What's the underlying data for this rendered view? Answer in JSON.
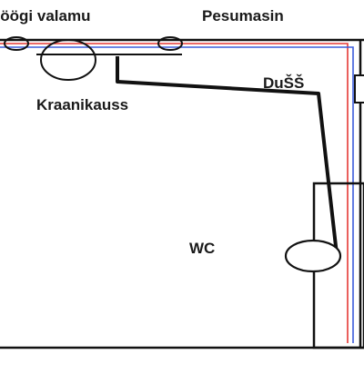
{
  "labels": {
    "kitchen_sink": "Köögi valamu",
    "washing_machine": "Pesumasin",
    "washbasin": "Kraanikauss",
    "shower": "DuŠŠ",
    "toilet": "WC"
  },
  "colors": {
    "wall": "#111111",
    "drain_pipe": "#111111",
    "hot_water": "#e53935",
    "cold_water": "#3b5bdb",
    "text": "#1a1a1a"
  }
}
